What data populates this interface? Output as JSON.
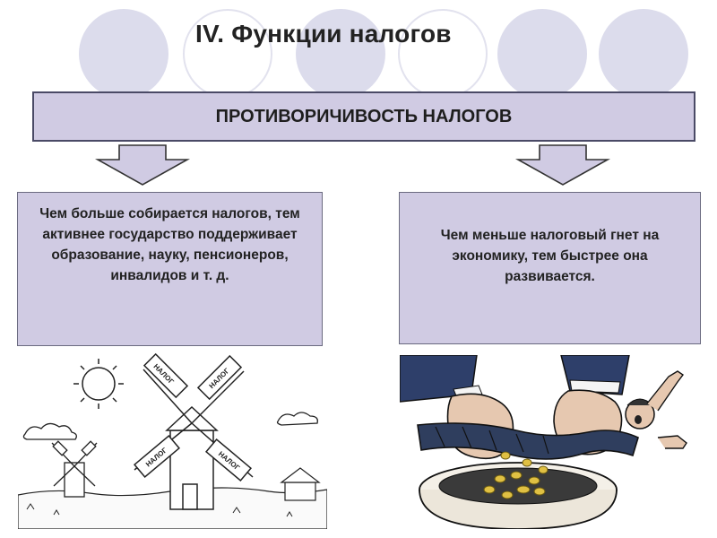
{
  "title": "IV. Функции налогов",
  "banner": "ПРОТИВОРИЧИВОСТЬ НАЛОГОВ",
  "left_box": "Чем больше собирается налогов, тем активнее государство поддерживает образование, науку, пенсионеров, инвалидов и т. д.",
  "right_box": "Чем меньше налоговый гнет на экономику, тем быстрее она развивается.",
  "windmill_label": "НАЛОГ",
  "colors": {
    "box_fill": "#d0cbe3",
    "border": "#4a4a66",
    "circle": "#dcdcec"
  }
}
